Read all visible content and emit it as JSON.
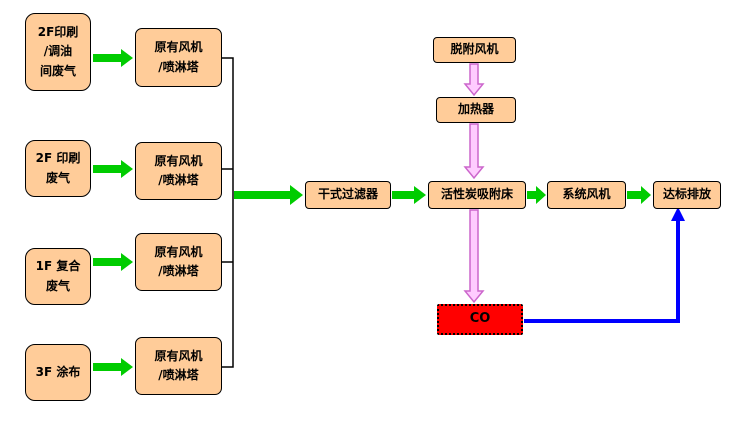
{
  "colors": {
    "background": "#ffffff",
    "box_fill": "#ffcc99",
    "box_border": "#000000",
    "arrow_green": "#00cc00",
    "arrow_pink_fill": "#ffccff",
    "arrow_pink_border": "#cc66cc",
    "co_fill": "#ff0000",
    "connector_blue": "#0000ff"
  },
  "sources": [
    "2F印刷\n/调油\n间废气",
    "2F 印刷\n废气",
    "1F 复合\n废气",
    "3F 涂布"
  ],
  "pretreatment": [
    "原有风机\n/喷淋塔",
    "原有风机\n/喷淋塔",
    "原有风机\n/喷淋塔",
    "原有风机\n/喷淋塔"
  ],
  "main_flow": {
    "dry_filter": "干式过滤器",
    "carbon_bed": "活性炭吸附床",
    "system_fan": "系统风机",
    "discharge": "达标排放"
  },
  "regeneration": {
    "desorption_fan": "脱附风机",
    "heater": "加热器",
    "co": "CO"
  }
}
